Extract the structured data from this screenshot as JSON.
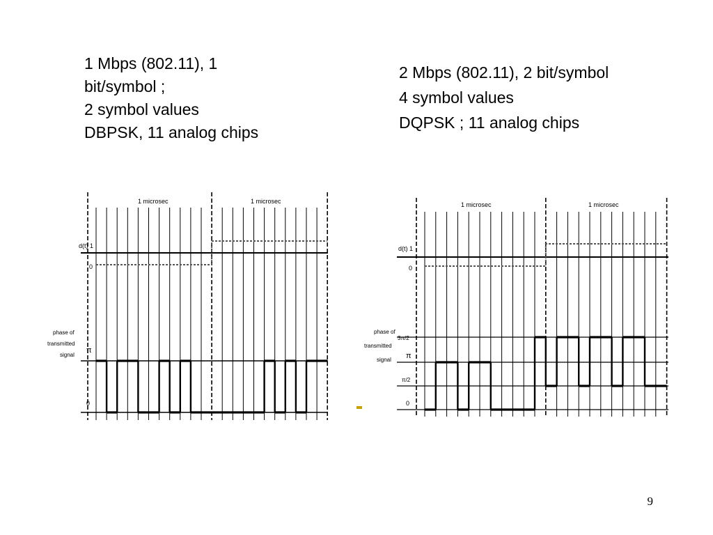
{
  "left": {
    "caption": [
      "1 Mbps (802.11), 1",
      "bit/symbol ;",
      "2 symbol values",
      "DBPSK, 11 analog chips"
    ],
    "labels": {
      "top_a": "1 microsec",
      "top_b": "1 microsec",
      "dt": "d(t)  1",
      "zero_top": "0",
      "phase": [
        "phase of",
        "transmitted",
        "signal"
      ],
      "pi": "π",
      "zero_bottom": "0"
    },
    "data_bits": [
      0,
      1
    ],
    "chip_phases": [
      "pi",
      "0",
      "pi",
      "pi",
      "0",
      "0",
      "pi",
      "0",
      "pi",
      "0",
      "0",
      "0",
      "0",
      "0",
      "0",
      "0",
      "pi",
      "0",
      "pi",
      "0",
      "pi",
      "pi"
    ]
  },
  "right": {
    "caption": [
      "2 Mbps (802.11), 2 bit/symbol",
      "4 symbol values",
      "DQPSK ; 11 analog chips"
    ],
    "labels": {
      "top_a": "1 microsec",
      "top_b": "1 microsec",
      "dt": "d(t)  1",
      "zero_top": "0",
      "phase": [
        "phase of",
        "transmitted",
        "signal"
      ],
      "three_pi_two": "3π/2",
      "pi": "π",
      "pi_two": "π/2",
      "zero_bottom": "0"
    },
    "data_bits": [
      0,
      1
    ],
    "chip_phases": [
      0,
      2,
      2,
      0,
      2,
      2,
      0,
      0,
      0,
      0,
      3,
      1,
      3,
      3,
      1,
      3,
      3,
      1,
      3,
      3,
      1,
      1
    ]
  },
  "page_number": "9",
  "colors": {
    "bullet": "#c8a000"
  }
}
